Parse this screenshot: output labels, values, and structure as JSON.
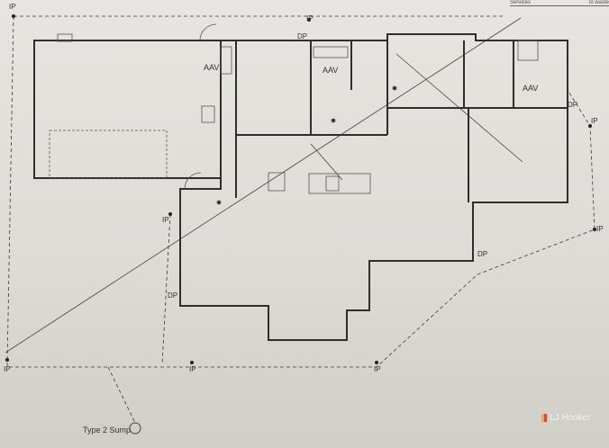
{
  "header_note": {
    "left": "Services",
    "right": "To waste"
  },
  "markers": {
    "ip": [
      "IP",
      "IP",
      "IP",
      "IP",
      "IP",
      "IP",
      "IP",
      "IP"
    ],
    "dp": [
      "DP",
      "DP",
      "DP",
      "DP"
    ],
    "aav": [
      "AAV",
      "AAV",
      "AAV"
    ]
  },
  "sump_label": "Type 2 Sump",
  "watermark": {
    "text": "LJ Hooker",
    "colors": [
      "#e8b23a",
      "#d9483b"
    ]
  }
}
